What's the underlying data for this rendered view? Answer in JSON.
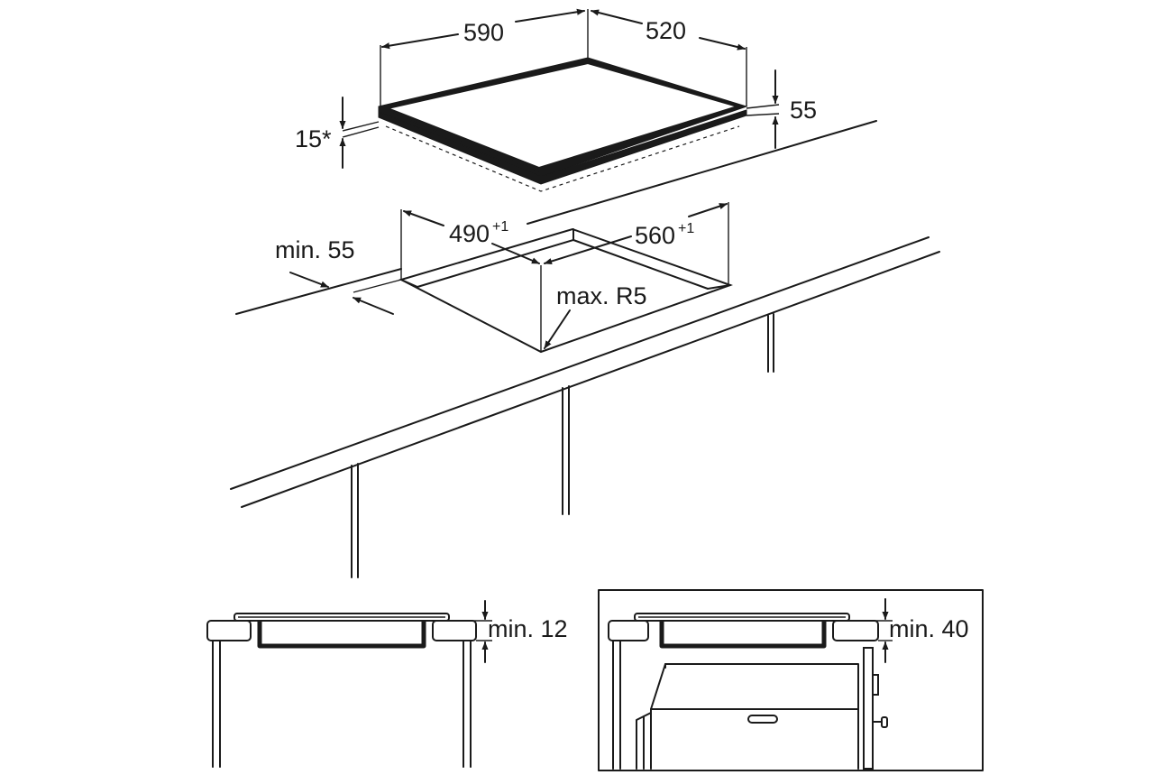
{
  "labels": {
    "hob_width": "590",
    "hob_depth": "520",
    "hob_height": "55",
    "hob_frame": "15*",
    "cutout_depth": "490",
    "cutout_depth_tol": "+1",
    "cutout_width": "560",
    "cutout_width_tol": "+1",
    "edge_distance": "min. 55",
    "corner_radius": "max. R5",
    "clearance_below": "min. 12",
    "clearance_oven": "min. 40"
  }
}
